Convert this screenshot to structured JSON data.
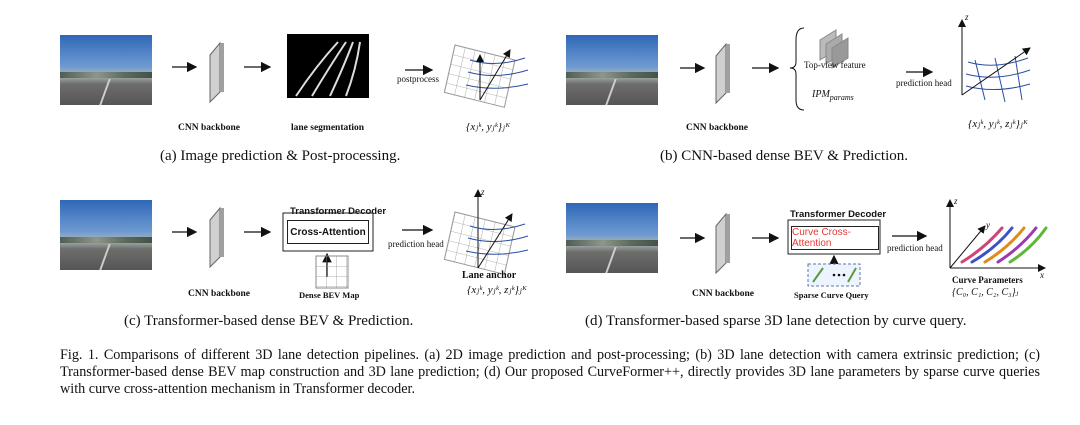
{
  "panels": {
    "a": {
      "backbone": "CNN backbone",
      "segmentation": "lane segmentation",
      "postprocess": "postprocess",
      "output": "{xⱼᵏ, yⱼᵏ}ⱼᴷ",
      "caption": "(a)  Image prediction & Post-processing."
    },
    "b": {
      "backbone": "CNN backbone",
      "feature": "Top-view feature",
      "ipm": "IPM",
      "ipm_sub": "params",
      "head": "prediction head",
      "output": "{xⱼᵏ, yⱼᵏ, zⱼᵏ}ⱼᴷ",
      "caption": "(b)  CNN-based dense BEV & Prediction."
    },
    "c": {
      "backbone": "CNN backbone",
      "decoder": "Transformer Decoder",
      "attention": "Cross-Attention",
      "bev": "Dense BEV Map",
      "head": "prediction head",
      "anchor": "Lane anchor",
      "output": "{xⱼᵏ, yⱼᵏ, zⱼᵏ}ⱼᴷ",
      "caption": "(c)  Transformer-based dense BEV & Prediction."
    },
    "d": {
      "backbone": "CNN backbone",
      "decoder": "Transformer Decoder",
      "attention": "Curve Cross-Attention",
      "query": "Sparse Curve Query",
      "head": "prediction head",
      "params_title": "Curve Parameters",
      "params": "{C₀, C₁, C₂, C₃}ⱼ",
      "caption": "(d)  Transformer-based sparse 3D lane detection by curve query."
    }
  },
  "figure_caption": "Fig. 1.  Comparisons of different 3D lane detection pipelines. (a) 2D image prediction and post-processing; (b) 3D lane detection with camera extrinsic prediction; (c) Transformer-based dense BEV map construction and 3D lane prediction; (d) Our proposed CurveFormer++, directly provides 3D lane parameters by sparse curve queries with curve cross-attention mechanism in Transformer decoder.",
  "axis_labels": {
    "x": "x",
    "y": "y",
    "z": "z"
  },
  "colors": {
    "accent_red": "#e53935",
    "lane_blue": "#2b4fa3"
  }
}
